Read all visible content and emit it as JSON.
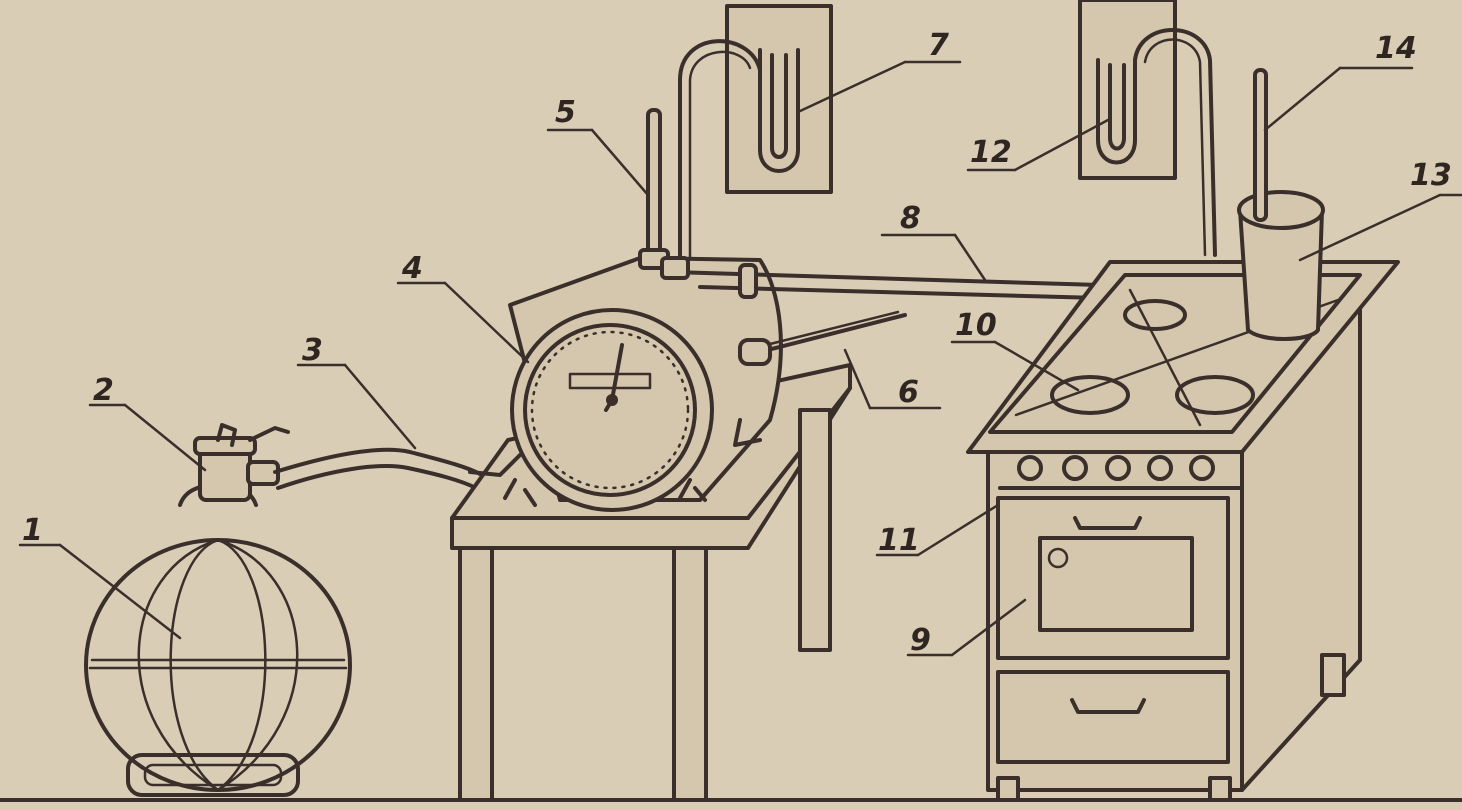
{
  "labels": {
    "l1": "1",
    "l2": "2",
    "l3": "3",
    "l4": "4",
    "l5": "5",
    "l6": "6",
    "l7": "7",
    "l8": "8",
    "l9": "9",
    "l10": "10",
    "l11": "11",
    "l12": "12",
    "l13": "13",
    "l14": "14"
  },
  "colors": {
    "paper": "#d9cdb6",
    "ink": "#3a2f2a"
  }
}
